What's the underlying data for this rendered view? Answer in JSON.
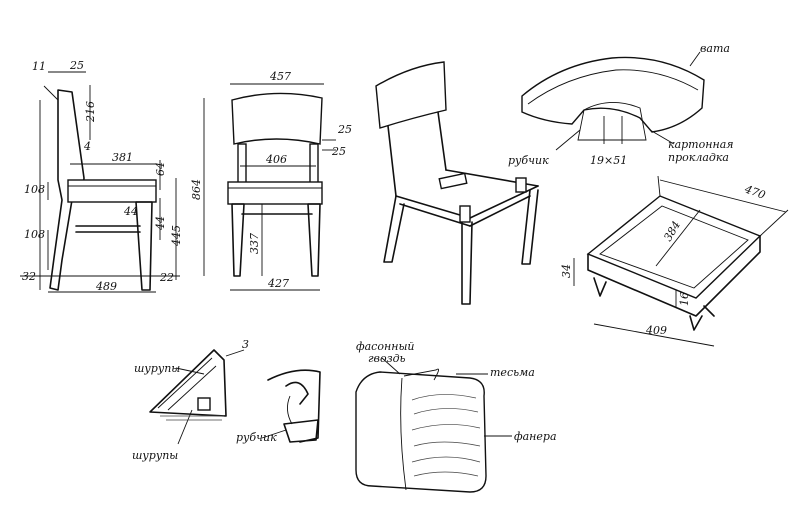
{
  "dimensions": {
    "side": {
      "d_angle": "11",
      "d_25_top": "25",
      "d_216": "216",
      "d_4": "4",
      "d_381": "381",
      "d_64": "64",
      "d_108a": "108",
      "d_44a": "44",
      "d_108b": "108",
      "d_445": "445",
      "d_44b": "44",
      "d_32": "32",
      "d_489": "489",
      "d_22": "22"
    },
    "front": {
      "d_457": "457",
      "d_25a": "25",
      "d_406": "406",
      "d_25b": "25",
      "d_864": "864",
      "d_337": "337",
      "d_427": "427"
    },
    "frame": {
      "d_470": "470",
      "d_384": "384",
      "d_34": "34",
      "d_16": "16",
      "d_409": "409"
    },
    "detail": {
      "d_3": "3"
    }
  },
  "labels": {
    "vata": "вата",
    "rubchik_top": "рубчик",
    "size_19x51": "19×51",
    "kartonnaya": "картонная",
    "prokladka": "прокладка",
    "shurupy_top": "шурупы",
    "shurupy_bottom": "шурупы",
    "rubchik_mid": "рубчик",
    "fasonny": "фасонный",
    "gvozd": "гвоздь",
    "tesma": "тесьма",
    "fanera": "фанера"
  }
}
